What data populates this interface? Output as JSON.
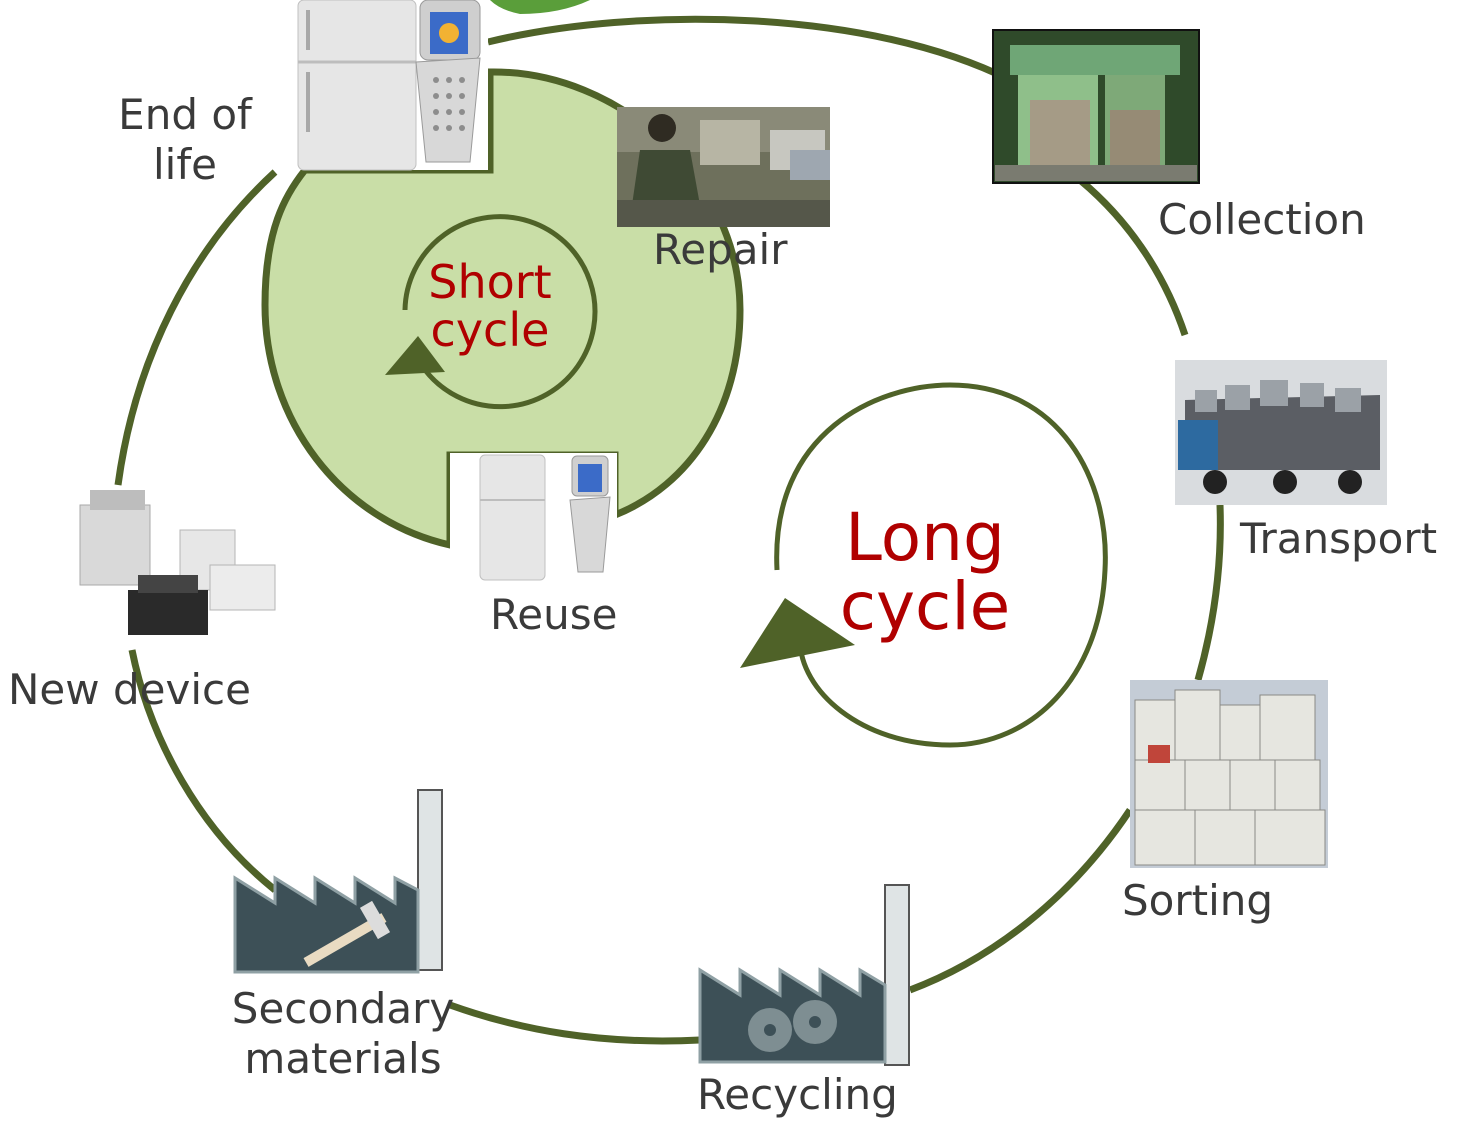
{
  "colors": {
    "cycle_line": "#4f6228",
    "short_fill": "#c9dea7",
    "cycle_text": "#b00000",
    "label_text": "#3a3a3a",
    "factory_fill": "#3d5057"
  },
  "labels": {
    "end_of_life": "End of\nlife",
    "repair": "Repair",
    "collection": "Collection",
    "transport": "Transport",
    "sorting": "Sorting",
    "recycling": "Recycling",
    "secondary_materials": "Secondary\nmaterials",
    "new_device": "New device",
    "reuse": "Reuse",
    "short_cycle": "Short\ncycle",
    "long_cycle": "Long\ncycle"
  },
  "icons": [
    "refrigerator-icon",
    "flip-phone-icon",
    "repair-photo",
    "collection-bins-photo",
    "loaded-truck-photo",
    "stacked-appliances-photo",
    "recycling-factory-icon",
    "gears-icon",
    "secondary-factory-icon",
    "hammer-icon",
    "printers-photo"
  ]
}
